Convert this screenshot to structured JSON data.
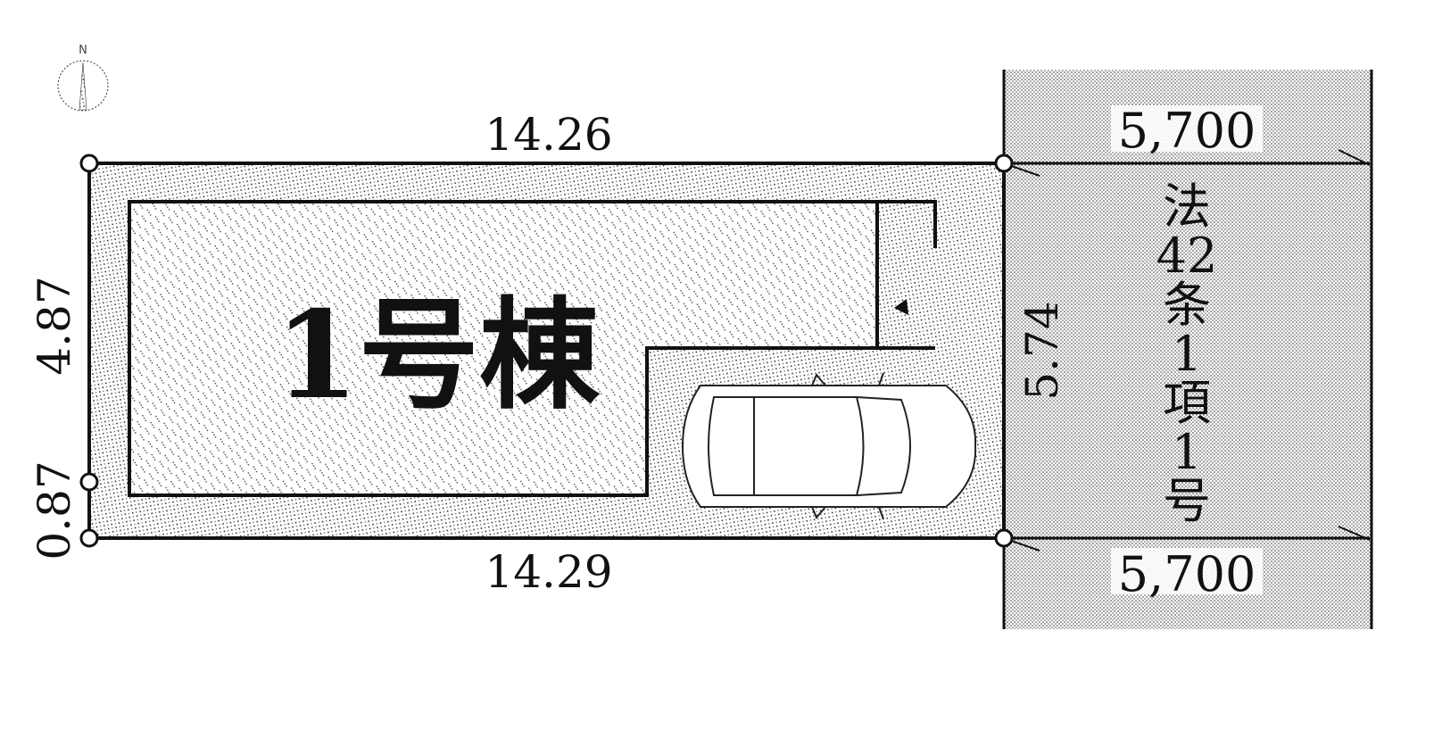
{
  "north": {
    "label": "N"
  },
  "lot": {
    "top_length": "14.26",
    "bottom_length": "14.29",
    "left_upper": "4.87",
    "left_lower": "0.87",
    "frontage": "5.74"
  },
  "building": {
    "label": "1号棟"
  },
  "road": {
    "width_top": "5,700",
    "width_bottom": "5,700",
    "type_lines": [
      "法",
      "42",
      "条",
      "1",
      "項",
      "1",
      "号"
    ]
  }
}
